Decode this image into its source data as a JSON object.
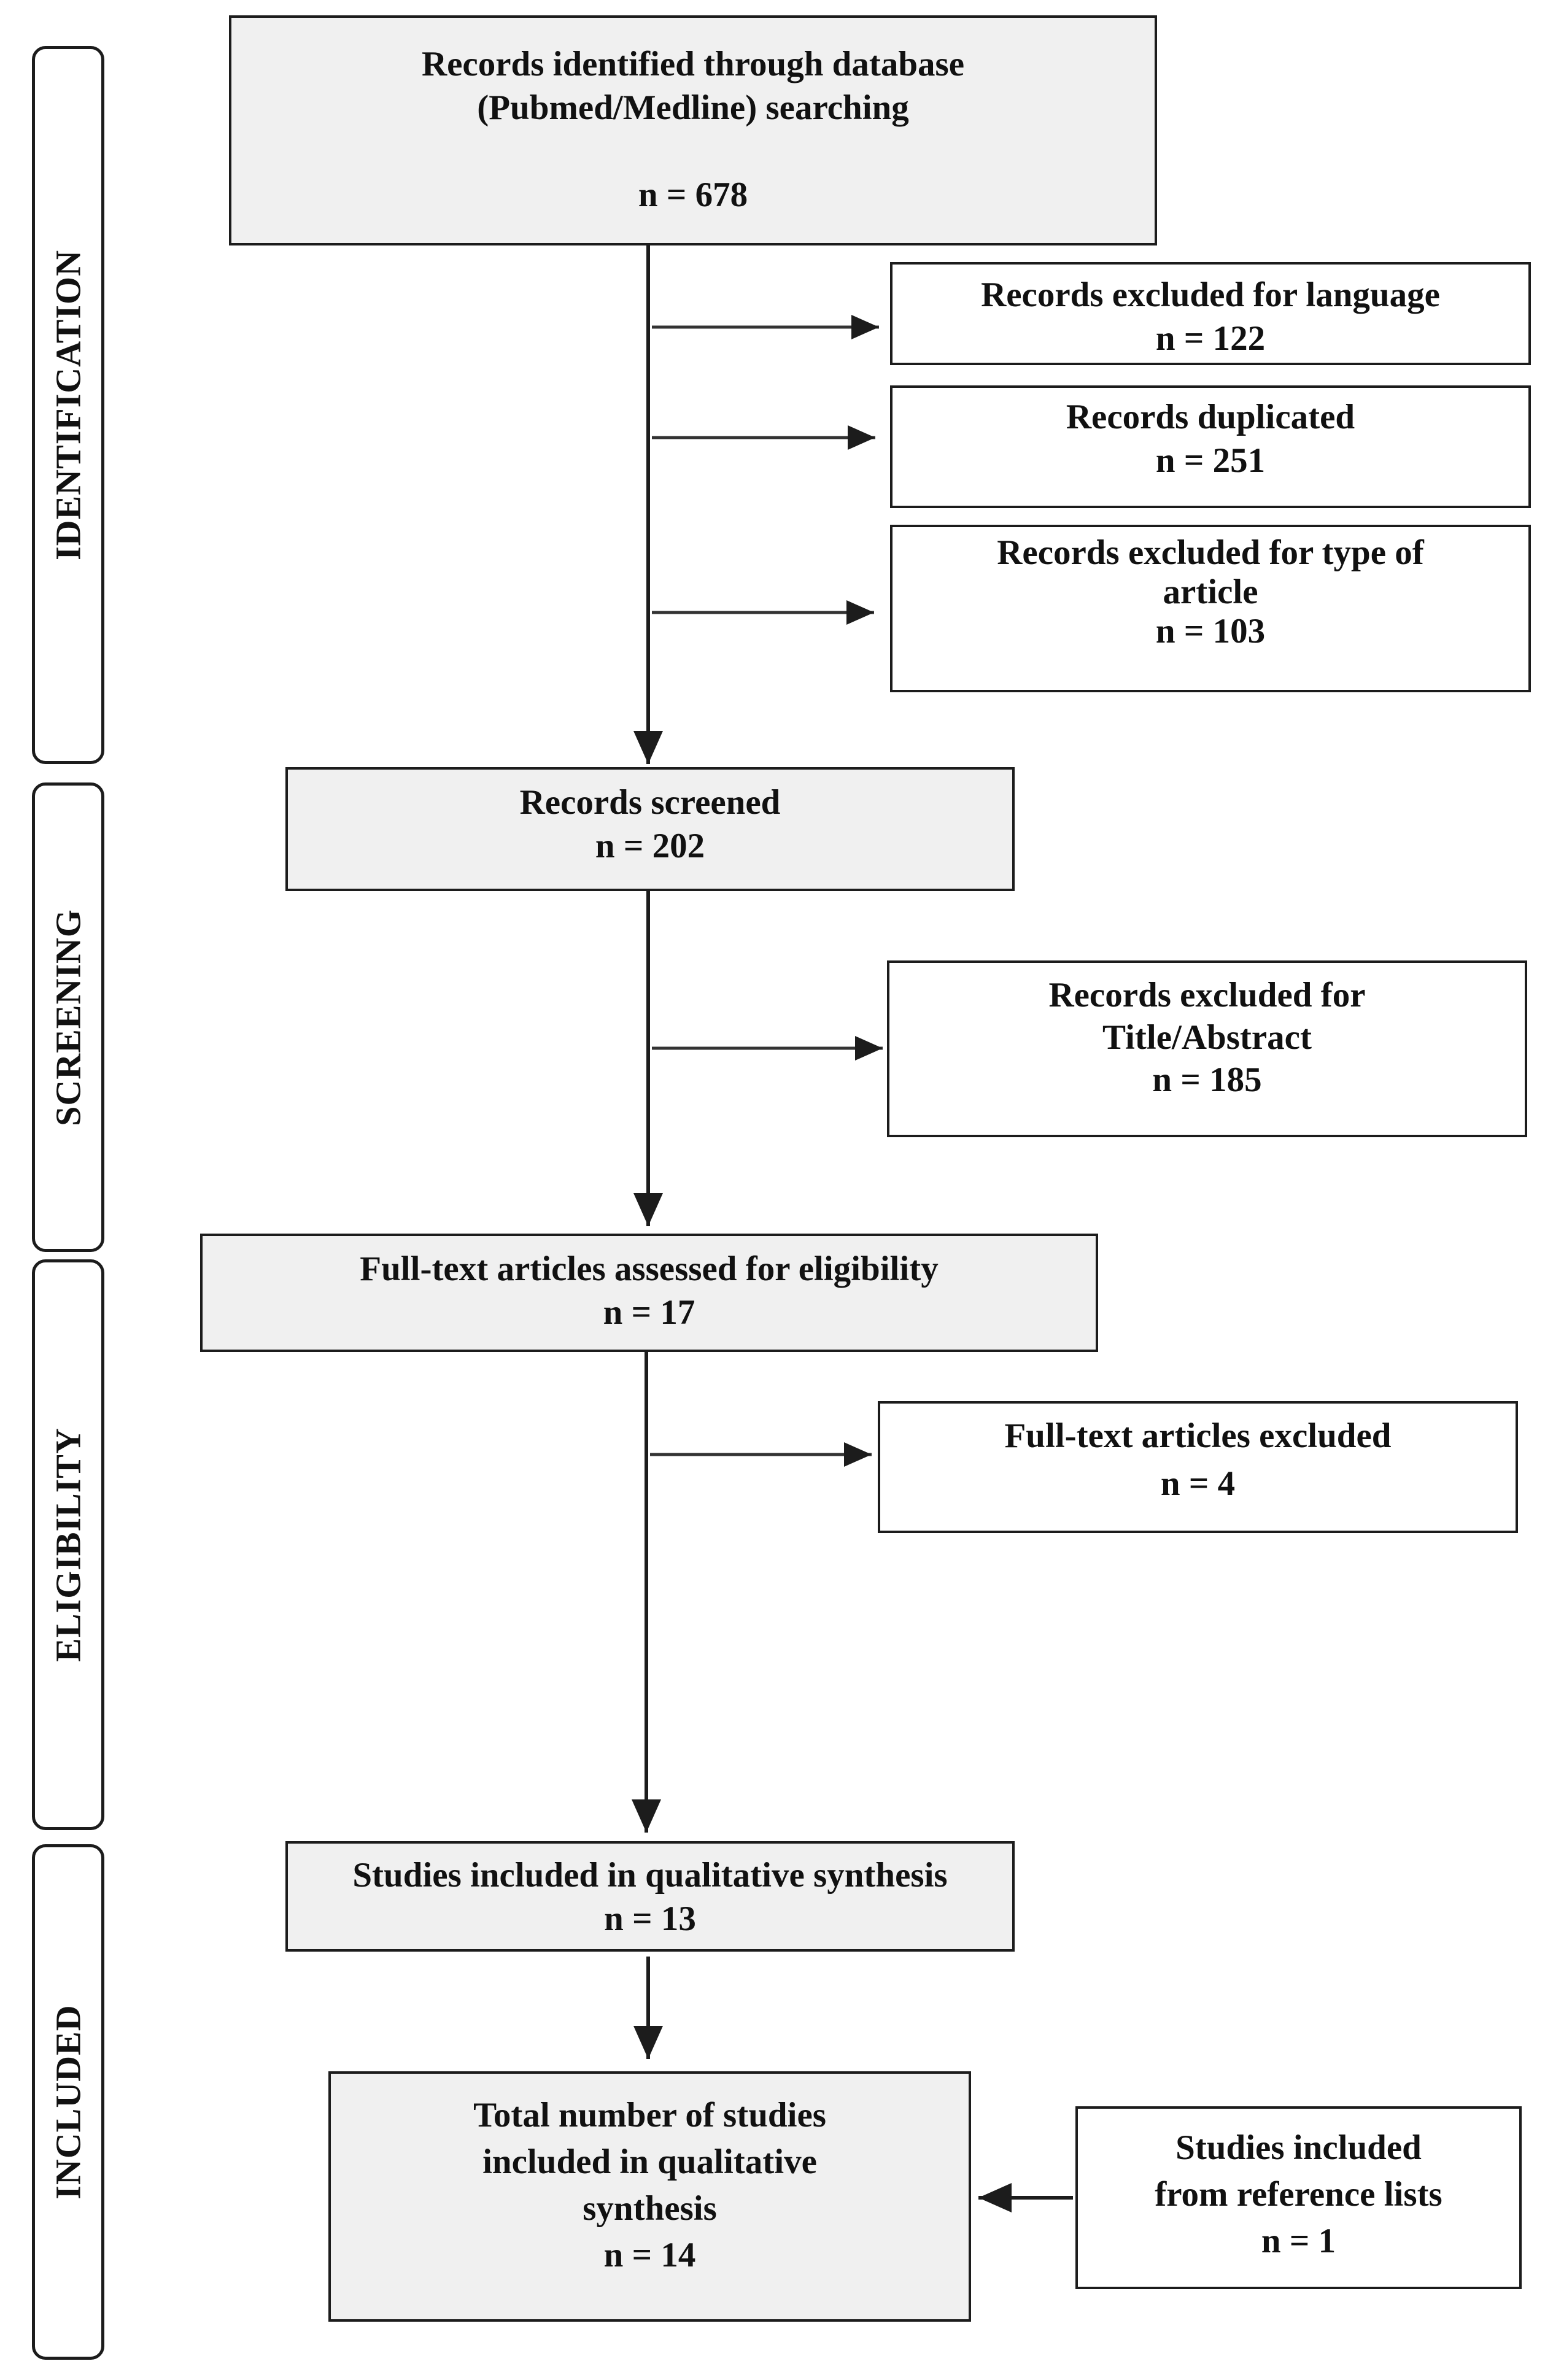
{
  "phases": {
    "identification": "IDENTIFICATION",
    "screening": "SCREENING",
    "eligibility": "ELIGIBILITY",
    "included": "INCLUDED"
  },
  "boxes": {
    "identified": {
      "line1": "Records identified through database",
      "line2": "(Pubmed/Medline) searching",
      "count": "n = 678"
    },
    "excluded_language": {
      "line1": "Records excluded for language",
      "count": "n = 122"
    },
    "duplicated": {
      "line1": "Records duplicated",
      "count": "n = 251"
    },
    "excluded_type": {
      "line1": "Records excluded for type of",
      "line2": "article",
      "count": "n = 103"
    },
    "screened": {
      "line1": "Records screened",
      "count": "n = 202"
    },
    "excluded_title": {
      "line1": "Records excluded for",
      "line2": "Title/Abstract",
      "count": "n = 185"
    },
    "fulltext_assessed": {
      "line1": "Full-text articles assessed for eligibility",
      "count": "n = 17"
    },
    "fulltext_excluded": {
      "line1": "Full-text articles excluded",
      "count": "n = 4"
    },
    "qualitative": {
      "line1": "Studies included in qualitative synthesis",
      "count": "n = 13"
    },
    "total": {
      "line1": "Total number of studies",
      "line2": "included in qualitative",
      "line3": "synthesis",
      "count": "n = 14"
    },
    "reference_lists": {
      "line1": "Studies included",
      "line2": "from reference lists",
      "count": "n = 1"
    }
  },
  "colors": {
    "stroke": "#1c1c1c",
    "box_fill_grey": "#f0f0f0",
    "box_fill_white": "#ffffff"
  }
}
